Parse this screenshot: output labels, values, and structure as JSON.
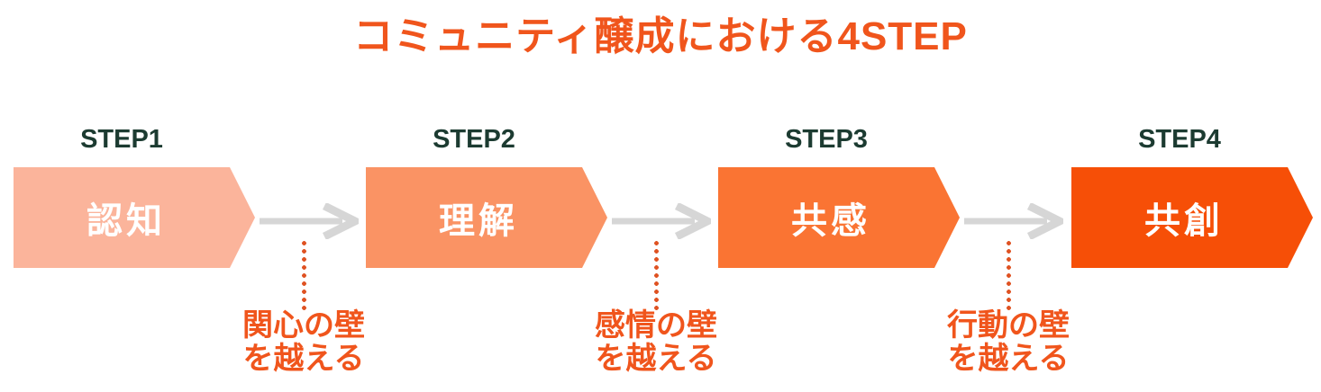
{
  "title": "コミュニティ醸成における4STEP",
  "colors": {
    "title_orange": "#F0551C",
    "step_label_green": "#1C3B31",
    "step_name_text": "#FFFFFF",
    "arrow_gray": "#D6D6D6",
    "dot_orange": "#DF5222",
    "background": "#FFFFFF"
  },
  "steps": [
    {
      "label": "STEP1",
      "name": "認知",
      "color": "#FBB49B"
    },
    {
      "label": "STEP2",
      "name": "理解",
      "color": "#FA9364"
    },
    {
      "label": "STEP3",
      "name": "共感",
      "color": "#FA7433"
    },
    {
      "label": "STEP4",
      "name": "共創",
      "color": "#F64F07"
    }
  ],
  "barriers": [
    {
      "line1": "関心の壁",
      "line2": "を越える"
    },
    {
      "line1": "感情の壁",
      "line2": "を越える"
    },
    {
      "line1": "行動の壁",
      "line2": "を越える"
    }
  ]
}
